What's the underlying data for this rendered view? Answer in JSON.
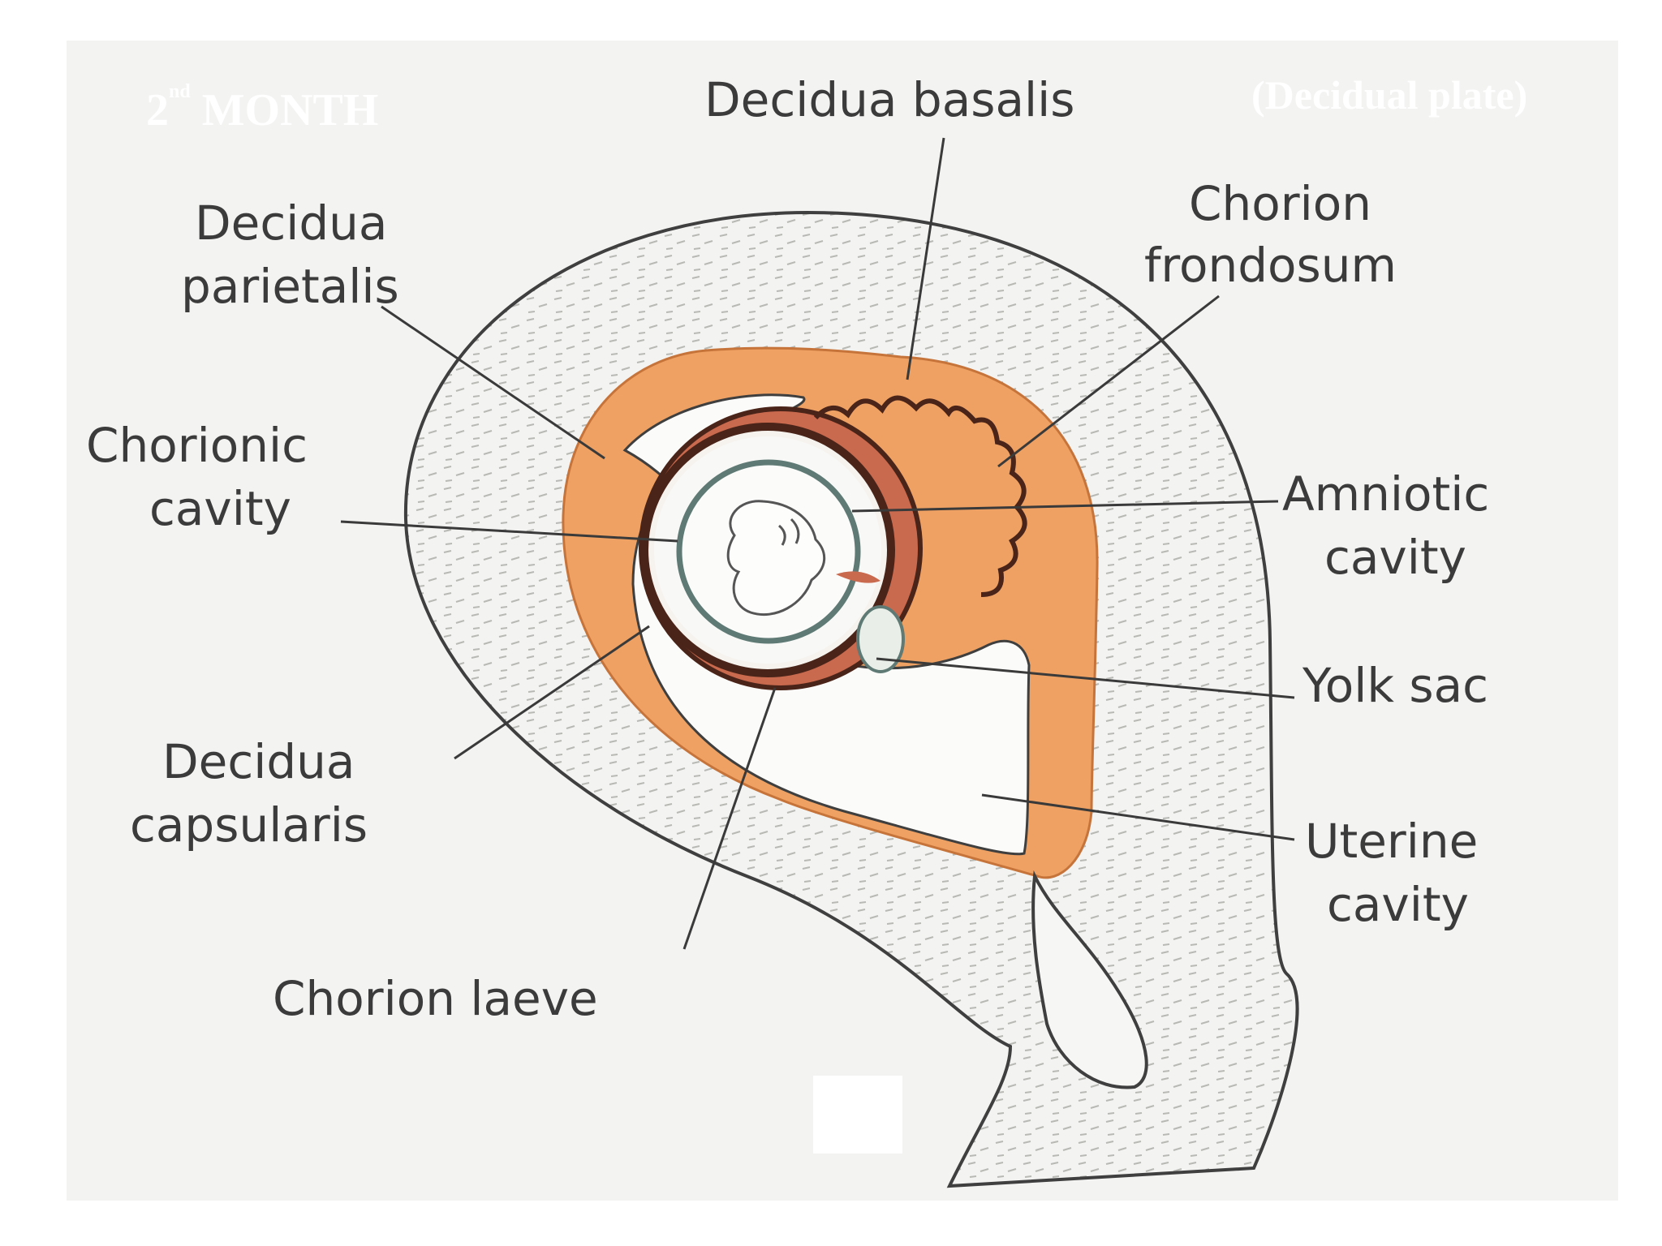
{
  "slide": {
    "heading_ordinal": "2",
    "heading_suffix": "nd",
    "heading_rest": "MONTH",
    "plate_note": "(Decidual plate)"
  },
  "labels": {
    "decidua_basalis": "Decidua basalis",
    "decidua_parietalis_1": "Decidua",
    "decidua_parietalis_2": "parietalis",
    "chorion_frondosum_1": "Chorion",
    "chorion_frondosum_2": "frondosum",
    "chorionic_cavity_1": "Chorionic",
    "chorionic_cavity_2": "cavity",
    "amniotic_cavity_1": "Amniotic",
    "amniotic_cavity_2": "cavity",
    "yolk_sac": "Yolk sac",
    "decidua_capsularis_1": "Decidua",
    "decidua_capsularis_2": "capsularis",
    "uterine_cavity_1": "Uterine",
    "uterine_cavity_2": "cavity",
    "chorion_laeve": "Chorion laeve"
  },
  "colors": {
    "decidua": "#eea163",
    "chorion": "#c9694e",
    "chorion_dark": "#4a2418",
    "uterine_wall": "#f2f2f0",
    "outline": "#3f3f3f",
    "amnion": "#5f7a74"
  }
}
